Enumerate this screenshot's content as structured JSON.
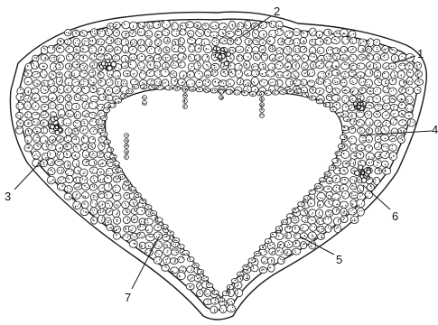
{
  "figure": {
    "callouts": [
      {
        "id": "c1",
        "label": "1"
      },
      {
        "id": "c2",
        "label": "2"
      },
      {
        "id": "c3",
        "label": "3"
      },
      {
        "id": "c4",
        "label": "4"
      },
      {
        "id": "c5",
        "label": "5"
      },
      {
        "id": "c6",
        "label": "6"
      },
      {
        "id": "c7",
        "label": "7"
      }
    ],
    "colors": {
      "ink": "#1a1a1a",
      "paper": "#ffffff"
    }
  }
}
